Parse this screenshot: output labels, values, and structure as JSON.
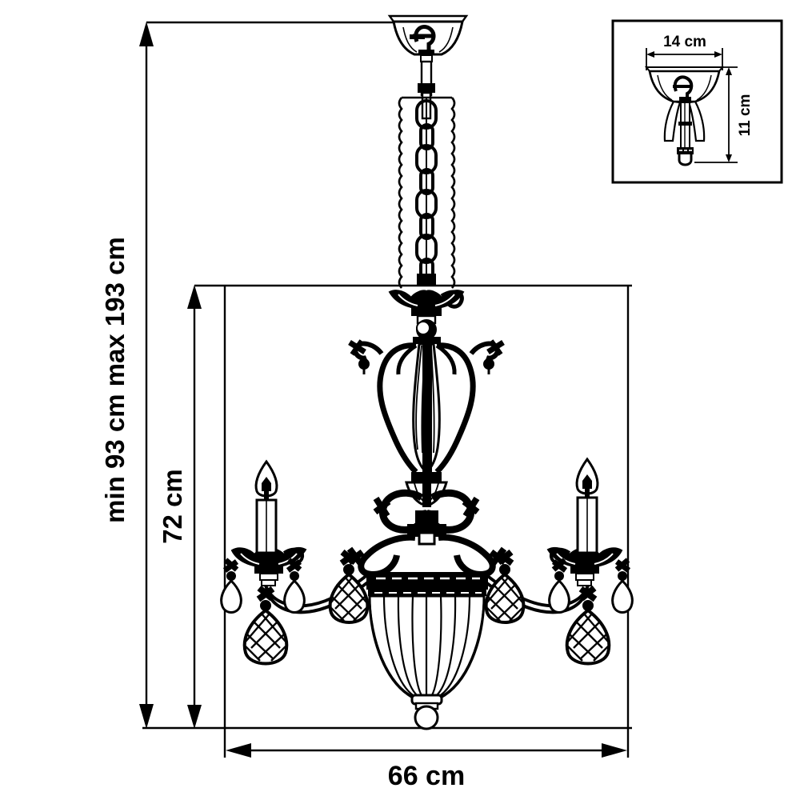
{
  "diagram": {
    "type": "technical-dimension-drawing",
    "subject": "chandelier",
    "title": "",
    "units": "cm",
    "line_color": "#000000",
    "background_color": "#ffffff"
  },
  "dimensions": {
    "height_vertical_outer": {
      "label": "min 93 cm   max 193 cm",
      "label_min": "min 93 cm",
      "label_max": "max 193 cm",
      "min_value": 93,
      "max_value": 193,
      "unit": "cm",
      "orientation": "vertical",
      "rotated_text": true
    },
    "height_body": {
      "label": "72 cm",
      "value": 72,
      "unit": "cm",
      "orientation": "vertical",
      "rotated_text": true
    },
    "width_overall": {
      "label": "66 cm",
      "value": 66,
      "unit": "cm",
      "orientation": "horizontal",
      "rotated_text": false
    }
  },
  "inset": {
    "name": "canopy-detail",
    "dimensions": {
      "width": {
        "label": "14 cm",
        "value": 14,
        "unit": "cm",
        "orientation": "horizontal"
      },
      "height": {
        "label": "11 cm",
        "value": 11,
        "unit": "cm",
        "orientation": "vertical",
        "rotated_text": true
      }
    }
  },
  "parts": {
    "canopy": "ceiling-canopy",
    "hook": "suspension-hook",
    "chain": "fabric-covered-chain",
    "upper_body": "lyre-shaped-upper-frame",
    "bowl": "ribbed-glass-bowl",
    "arms": "6-candle-arms",
    "candles": "candle-sleeves-with-flame-bulbs",
    "crystals": "diamond-cut-teardrop-pendants",
    "finial": "bottom-ball-finial"
  }
}
